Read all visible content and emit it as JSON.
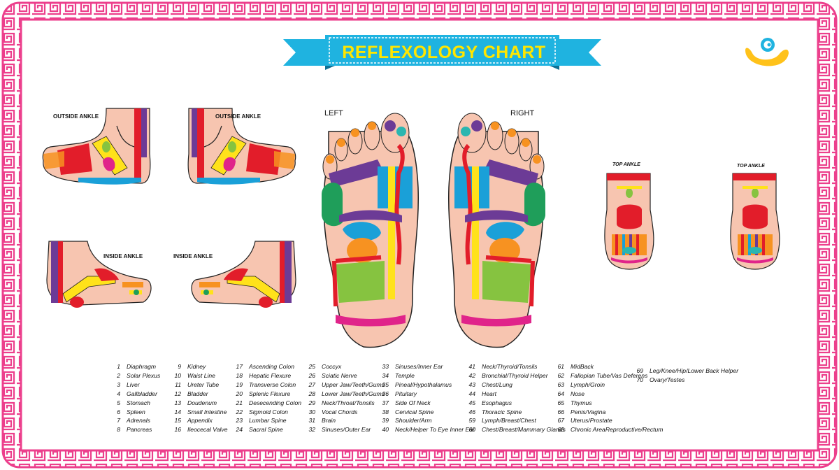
{
  "title": "REFLEXOLOGY CHART",
  "labels": {
    "outside_ankle_left": "OUTSIDE ANKLE",
    "outside_ankle_right": "OUTSIDE ANKLE",
    "inside_ankle_left": "INSIDE ANKLE",
    "inside_ankle_right": "INSIDE ANKLE",
    "sole_left": "LEFT",
    "sole_right": "RIGHT",
    "top_ankle_left": "TOP ANKLE",
    "top_ankle_right": "TOP ANKLE"
  },
  "colors": {
    "border": "#ec3f8c",
    "banner_blue": "#1fb3e0",
    "banner_dark": "#0f6f95",
    "title_yellow": "#ffe600",
    "skin": "#f7c5b0",
    "skin_dark": "#e89f86",
    "red": "#e21d2a",
    "yellow": "#ffe21a",
    "orange": "#f79221",
    "green": "#86c340",
    "dark_green": "#1f9e5a",
    "blue": "#1aa0d8",
    "purple": "#6c3b96",
    "magenta": "#e0248a",
    "teal": "#2bb6b0"
  },
  "legend": [
    [
      {
        "num": "1",
        "name": "Diaphragm"
      },
      {
        "num": "2",
        "name": "Solar Plexus"
      },
      {
        "num": "3",
        "name": "Liver"
      },
      {
        "num": "4",
        "name": "Gallbladder"
      },
      {
        "num": "5",
        "name": "Stomach"
      },
      {
        "num": "6",
        "name": "Spleen"
      },
      {
        "num": "7",
        "name": "Adrenals"
      },
      {
        "num": "8",
        "name": "Pancreas"
      }
    ],
    [
      {
        "num": "9",
        "name": "Kidney"
      },
      {
        "num": "10",
        "name": "Waist Line"
      },
      {
        "num": "11",
        "name": "Ureter Tube"
      },
      {
        "num": "12",
        "name": "Bladder"
      },
      {
        "num": "13",
        "name": "Doudenum"
      },
      {
        "num": "14",
        "name": "Small Intestine"
      },
      {
        "num": "15",
        "name": "Appendix"
      },
      {
        "num": "16",
        "name": "Ileocecal Valve"
      }
    ],
    [
      {
        "num": "17",
        "name": "Ascending Colon"
      },
      {
        "num": "18",
        "name": "Hepatic Flexure"
      },
      {
        "num": "19",
        "name": "Transverse Colon"
      },
      {
        "num": "20",
        "name": "Splenic Flexure"
      },
      {
        "num": "21",
        "name": "Desecending Colon"
      },
      {
        "num": "22",
        "name": "Sigmoid Colon"
      },
      {
        "num": "23",
        "name": "Lumbar Spine"
      },
      {
        "num": "24",
        "name": "Sacral Spine"
      }
    ],
    [
      {
        "num": "25",
        "name": "Coccyx"
      },
      {
        "num": "26",
        "name": "Sciatic Nerve"
      },
      {
        "num": "27",
        "name": "Upper Jaw/Teeth/Gums"
      },
      {
        "num": "28",
        "name": "Lower Jaw/Teeth/Gums"
      },
      {
        "num": "29",
        "name": "Neck/Throat/Tonsils"
      },
      {
        "num": "30",
        "name": "Vocal Chords"
      },
      {
        "num": "31",
        "name": "Brain"
      },
      {
        "num": "32",
        "name": "Sinuses/Outer Ear"
      }
    ],
    [
      {
        "num": "33",
        "name": "Sinuses/Inner Ear"
      },
      {
        "num": "34",
        "name": "Temple"
      },
      {
        "num": "35",
        "name": "Pineal/Hypothalamus"
      },
      {
        "num": "36",
        "name": "Pituitary"
      },
      {
        "num": "37",
        "name": "Side Of Neck"
      },
      {
        "num": "38",
        "name": "Cervical Spine"
      },
      {
        "num": "39",
        "name": "Shoulder/Arm"
      },
      {
        "num": "40",
        "name": "Neck/Helper To Eye  Inner Ear"
      }
    ],
    [
      {
        "num": "41",
        "name": "Neck/Thyroid/Tonsils"
      },
      {
        "num": "42",
        "name": "Bronchial/Thyroid Helper"
      },
      {
        "num": "43",
        "name": "Chest/Lung"
      },
      {
        "num": "44",
        "name": "Heart"
      },
      {
        "num": "45",
        "name": "Esophagus"
      },
      {
        "num": "46",
        "name": "Thoracic Spine"
      },
      {
        "num": "59",
        "name": "Lymph/Breast/Chest"
      },
      {
        "num": "60",
        "name": "Chest/Breast/Mammary Glands"
      }
    ],
    [
      {
        "num": "61",
        "name": "MidBack"
      },
      {
        "num": "62",
        "name": "Fallopian Tube/Vas Deferens"
      },
      {
        "num": "63",
        "name": "Lymph/Groin"
      },
      {
        "num": "64",
        "name": "Nose"
      },
      {
        "num": "65",
        "name": "Thymus"
      },
      {
        "num": "66",
        "name": "Penis/Vagina"
      },
      {
        "num": "67",
        "name": "Uterus/Prostate"
      },
      {
        "num": "68",
        "name": "Chronic AreaReproductive/Rectum"
      }
    ],
    [
      {
        "num": "69",
        "name": "Leg/Knee/Hip/Lower Back Helper"
      },
      {
        "num": "70",
        "name": "Ovary/Testes"
      }
    ]
  ]
}
